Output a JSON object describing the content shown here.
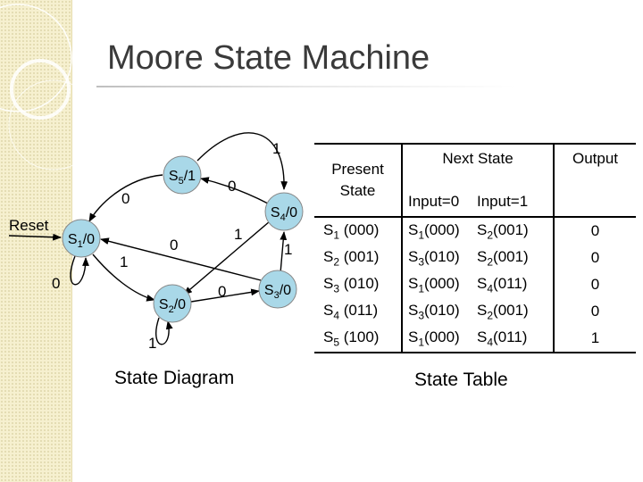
{
  "title": "Moore State Machine",
  "diagram": {
    "caption": "State Diagram",
    "reset_label": "Reset",
    "states": [
      {
        "name": "S",
        "sub": "1",
        "out": "/0"
      },
      {
        "name": "S",
        "sub": "2",
        "out": "/0"
      },
      {
        "name": "S",
        "sub": "3",
        "out": "/0"
      },
      {
        "name": "S",
        "sub": "4",
        "out": "/0"
      },
      {
        "name": "S",
        "sub": "5",
        "out": "/1"
      }
    ],
    "transitions": [
      {
        "from": "S1",
        "to": "S1",
        "input": "0"
      },
      {
        "from": "S1",
        "to": "S2",
        "input": "1"
      },
      {
        "from": "S2",
        "to": "S2",
        "input": "1"
      },
      {
        "from": "S2",
        "to": "S3",
        "input": "0"
      },
      {
        "from": "S3",
        "to": "S1",
        "input": "0"
      },
      {
        "from": "S3",
        "to": "S4",
        "input": "1"
      },
      {
        "from": "S4",
        "to": "S2",
        "input": "1"
      },
      {
        "from": "S4",
        "to": "S5",
        "input": "0"
      },
      {
        "from": "S5",
        "to": "S1",
        "input": "0"
      },
      {
        "from": "S5",
        "to": "S4",
        "input": "1"
      }
    ],
    "state_color": "#a9d8e8"
  },
  "table": {
    "caption": "State Table",
    "headers": {
      "present_line1": "Present",
      "present_line2": "State",
      "next_state": "Next State",
      "output": "Output",
      "input0": "Input=0",
      "input1": "Input=1"
    },
    "rows": [
      {
        "ps": "S",
        "ps_sub": "1",
        "ps_code": " (000)",
        "n0": "S",
        "n0_sub": "1",
        "n0_code": "(000)",
        "n1": "S",
        "n1_sub": "2",
        "n1_code": "(001)",
        "out": "0"
      },
      {
        "ps": "S",
        "ps_sub": "2",
        "ps_code": " (001)",
        "n0": "S",
        "n0_sub": "3",
        "n0_code": "(010)",
        "n1": "S",
        "n1_sub": "2",
        "n1_code": "(001)",
        "out": "0"
      },
      {
        "ps": "S",
        "ps_sub": "3",
        "ps_code": " (010)",
        "n0": "S",
        "n0_sub": "1",
        "n0_code": "(000)",
        "n1": "S",
        "n1_sub": "4",
        "n1_code": "(011)",
        "out": "0"
      },
      {
        "ps": "S",
        "ps_sub": "4",
        "ps_code": " (011)",
        "n0": "S",
        "n0_sub": "3",
        "n0_code": "(010)",
        "n1": "S",
        "n1_sub": "2",
        "n1_code": "(001)",
        "out": "0"
      },
      {
        "ps": "S",
        "ps_sub": "5",
        "ps_code": " (100)",
        "n0": "S",
        "n0_sub": "1",
        "n0_code": "(000)",
        "n1": "S",
        "n1_sub": "4",
        "n1_code": "(011)",
        "out": "1"
      }
    ]
  }
}
